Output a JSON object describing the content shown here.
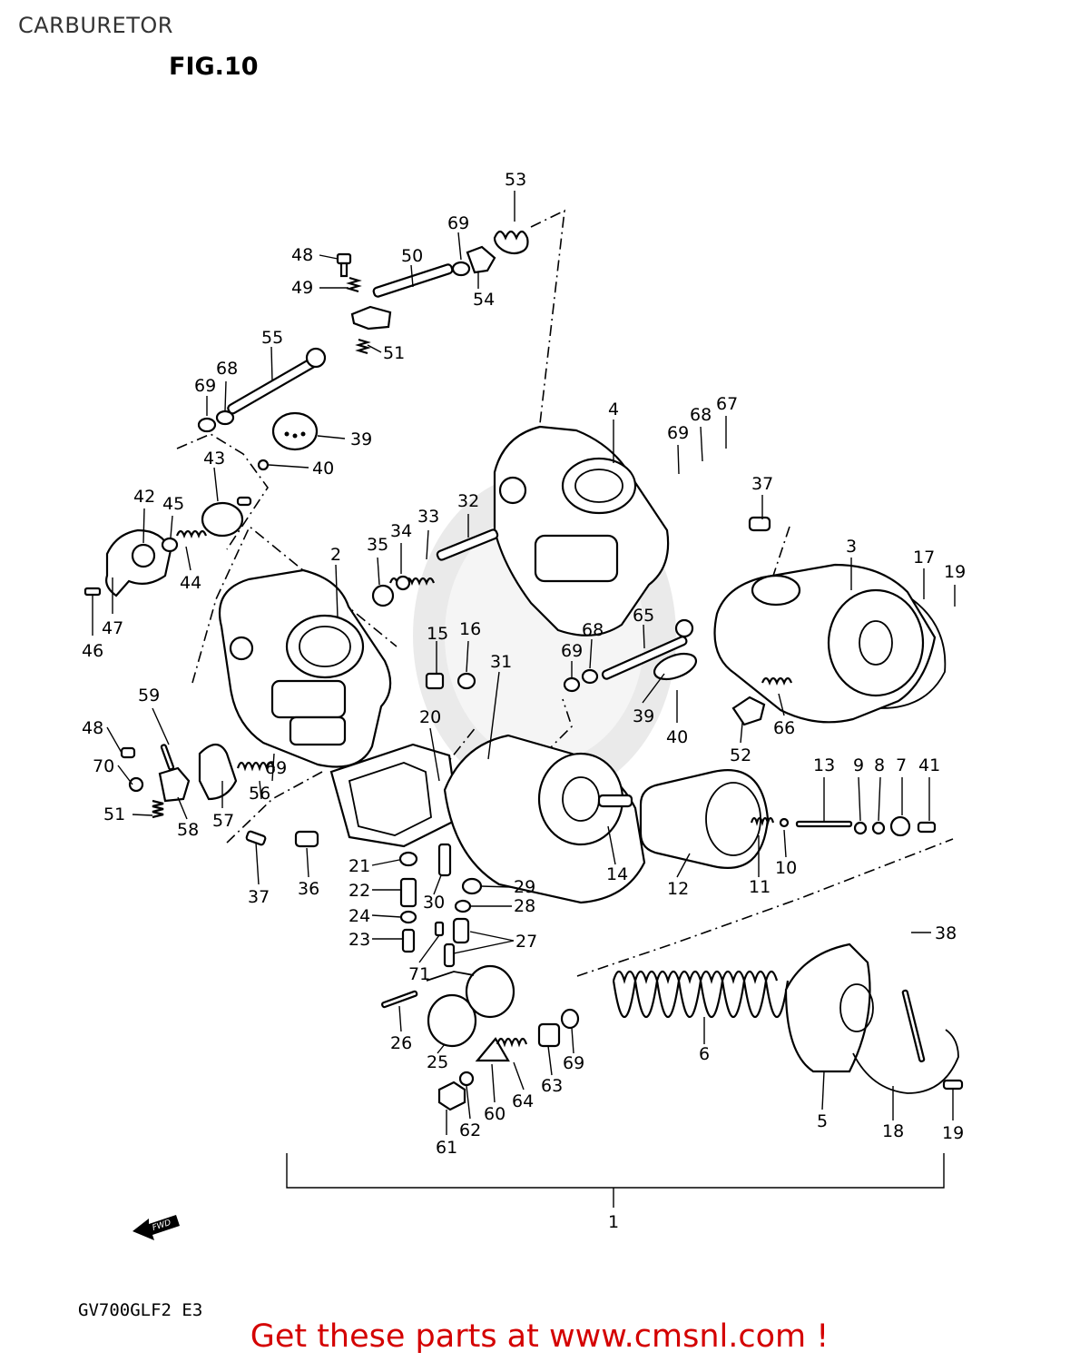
{
  "page": {
    "title": "CARBURETOR",
    "figure": "FIG.10",
    "model_code": "GV700GLF2  E3",
    "footer_link": "Get these parts at www.cmsnl.com !",
    "fwd_label": "FWD"
  },
  "callouts": [
    {
      "id": "c53",
      "text": "53"
    },
    {
      "id": "c69a",
      "text": "69"
    },
    {
      "id": "c48a",
      "text": "48"
    },
    {
      "id": "c50",
      "text": "50"
    },
    {
      "id": "c49",
      "text": "49"
    },
    {
      "id": "c54",
      "text": "54"
    },
    {
      "id": "c51a",
      "text": "51"
    },
    {
      "id": "c55",
      "text": "55"
    },
    {
      "id": "c68a",
      "text": "68"
    },
    {
      "id": "c69b",
      "text": "69"
    },
    {
      "id": "c39a",
      "text": "39"
    },
    {
      "id": "c40a",
      "text": "40"
    },
    {
      "id": "c43",
      "text": "43"
    },
    {
      "id": "c42",
      "text": "42"
    },
    {
      "id": "c45",
      "text": "45"
    },
    {
      "id": "c44",
      "text": "44"
    },
    {
      "id": "c47",
      "text": "47"
    },
    {
      "id": "c46",
      "text": "46"
    },
    {
      "id": "c4",
      "text": "4"
    },
    {
      "id": "c69c",
      "text": "69"
    },
    {
      "id": "c68b",
      "text": "68"
    },
    {
      "id": "c67",
      "text": "67"
    },
    {
      "id": "c37a",
      "text": "37"
    },
    {
      "id": "c32",
      "text": "32"
    },
    {
      "id": "c33",
      "text": "33"
    },
    {
      "id": "c34",
      "text": "34"
    },
    {
      "id": "c35",
      "text": "35"
    },
    {
      "id": "c2",
      "text": "2"
    },
    {
      "id": "c3",
      "text": "3"
    },
    {
      "id": "c17",
      "text": "17"
    },
    {
      "id": "c19a",
      "text": "19"
    },
    {
      "id": "c15",
      "text": "15"
    },
    {
      "id": "c16",
      "text": "16"
    },
    {
      "id": "c31",
      "text": "31"
    },
    {
      "id": "c65",
      "text": "65"
    },
    {
      "id": "c68c",
      "text": "68"
    },
    {
      "id": "c69d",
      "text": "69"
    },
    {
      "id": "c39b",
      "text": "39"
    },
    {
      "id": "c40b",
      "text": "40"
    },
    {
      "id": "c66",
      "text": "66"
    },
    {
      "id": "c52",
      "text": "52"
    },
    {
      "id": "c59",
      "text": "59"
    },
    {
      "id": "c48b",
      "text": "48"
    },
    {
      "id": "c70",
      "text": "70"
    },
    {
      "id": "c20",
      "text": "20"
    },
    {
      "id": "c69e",
      "text": "69"
    },
    {
      "id": "c56",
      "text": "56"
    },
    {
      "id": "c57",
      "text": "57"
    },
    {
      "id": "c58",
      "text": "58"
    },
    {
      "id": "c51b",
      "text": "51"
    },
    {
      "id": "c13",
      "text": "13"
    },
    {
      "id": "c9",
      "text": "9"
    },
    {
      "id": "c8",
      "text": "8"
    },
    {
      "id": "c7",
      "text": "7"
    },
    {
      "id": "c41",
      "text": "41"
    },
    {
      "id": "c14",
      "text": "14"
    },
    {
      "id": "c12",
      "text": "12"
    },
    {
      "id": "c11",
      "text": "11"
    },
    {
      "id": "c10",
      "text": "10"
    },
    {
      "id": "c37b",
      "text": "37"
    },
    {
      "id": "c36",
      "text": "36"
    },
    {
      "id": "c21",
      "text": "21"
    },
    {
      "id": "c22",
      "text": "22"
    },
    {
      "id": "c30",
      "text": "30"
    },
    {
      "id": "c29",
      "text": "29"
    },
    {
      "id": "c28",
      "text": "28"
    },
    {
      "id": "c24",
      "text": "24"
    },
    {
      "id": "c23",
      "text": "23"
    },
    {
      "id": "c27",
      "text": "27"
    },
    {
      "id": "c71",
      "text": "71"
    },
    {
      "id": "c38",
      "text": "38"
    },
    {
      "id": "c26",
      "text": "26"
    },
    {
      "id": "c25",
      "text": "25"
    },
    {
      "id": "c6",
      "text": "6"
    },
    {
      "id": "c69f",
      "text": "69"
    },
    {
      "id": "c63",
      "text": "63"
    },
    {
      "id": "c64",
      "text": "64"
    },
    {
      "id": "c60",
      "text": "60"
    },
    {
      "id": "c62",
      "text": "62"
    },
    {
      "id": "c61",
      "text": "61"
    },
    {
      "id": "c5",
      "text": "5"
    },
    {
      "id": "c18",
      "text": "18"
    },
    {
      "id": "c19b",
      "text": "19"
    },
    {
      "id": "c1",
      "text": "1"
    }
  ]
}
